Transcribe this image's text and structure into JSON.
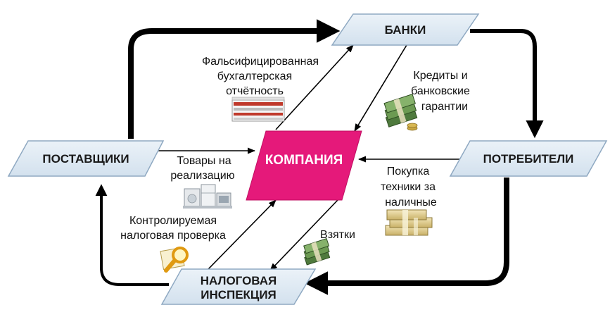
{
  "nodes": {
    "banks": "БАНКИ",
    "suppliers": "ПОСТАВЩИКИ",
    "consumers": "ПОТРЕБИТЕЛИ",
    "tax_line1": "НАЛОГОВАЯ",
    "tax_line2": "ИНСПЕКЦИЯ",
    "company": "КОМПАНИЯ"
  },
  "edges": {
    "falsified": [
      "Фальсифицированная",
      "бухгалтерская",
      "отчётность"
    ],
    "credits": [
      "Кредиты и",
      "банковские",
      "гарантии"
    ],
    "goods": [
      "Товары на",
      "реализацию"
    ],
    "purchase": [
      "Покупка",
      "техники за",
      "наличные"
    ],
    "audit": [
      "Контролируемая",
      "налоговая проверка"
    ],
    "bribes": [
      "Взятки"
    ]
  },
  "colors": {
    "node_fill": "#dde8f2",
    "node_stroke": "#8fa9c2",
    "company_fill": "#e5197a",
    "arrow": "#000000"
  },
  "icons": {
    "falsified": "financial-report-icon",
    "credits": "money-stack-icon",
    "goods": "appliances-icon",
    "purchase": "cash-bundle-icon",
    "audit": "magnifier-icon",
    "bribes": "money-stack-icon"
  }
}
